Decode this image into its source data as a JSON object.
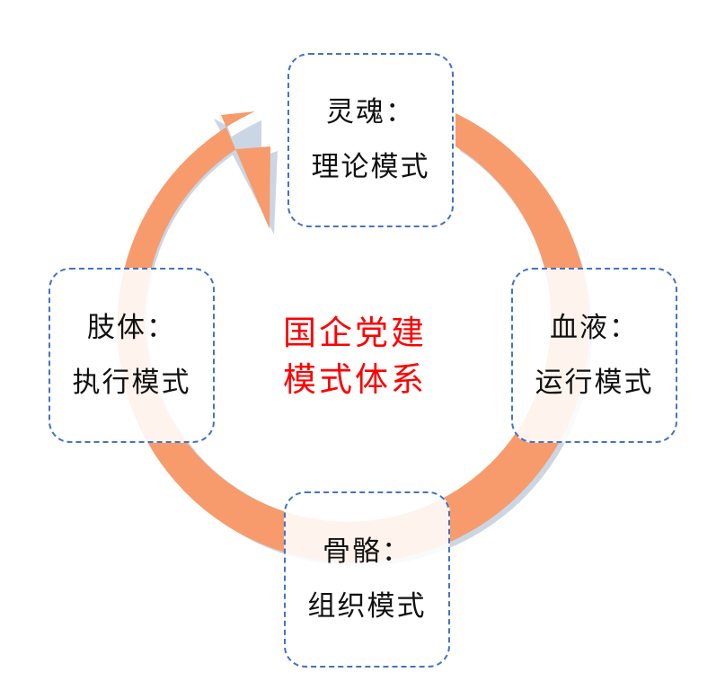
{
  "colors": {
    "arrow": "#f79b6c",
    "arrow_shadow": "#b9c8dc",
    "box_border": "#4472c4",
    "center_text": "#ff0000",
    "node_text": "#111111"
  },
  "center": {
    "line1": "国企党建",
    "line2": "模式体系"
  },
  "nodes": {
    "top": {
      "title": "灵魂：",
      "subtitle": "理论模式"
    },
    "right": {
      "title": "血液：",
      "subtitle": "运行模式"
    },
    "bottom": {
      "title": "骨骼：",
      "subtitle": "组织模式"
    },
    "left": {
      "title": "肢体：",
      "subtitle": "执行模式"
    }
  }
}
